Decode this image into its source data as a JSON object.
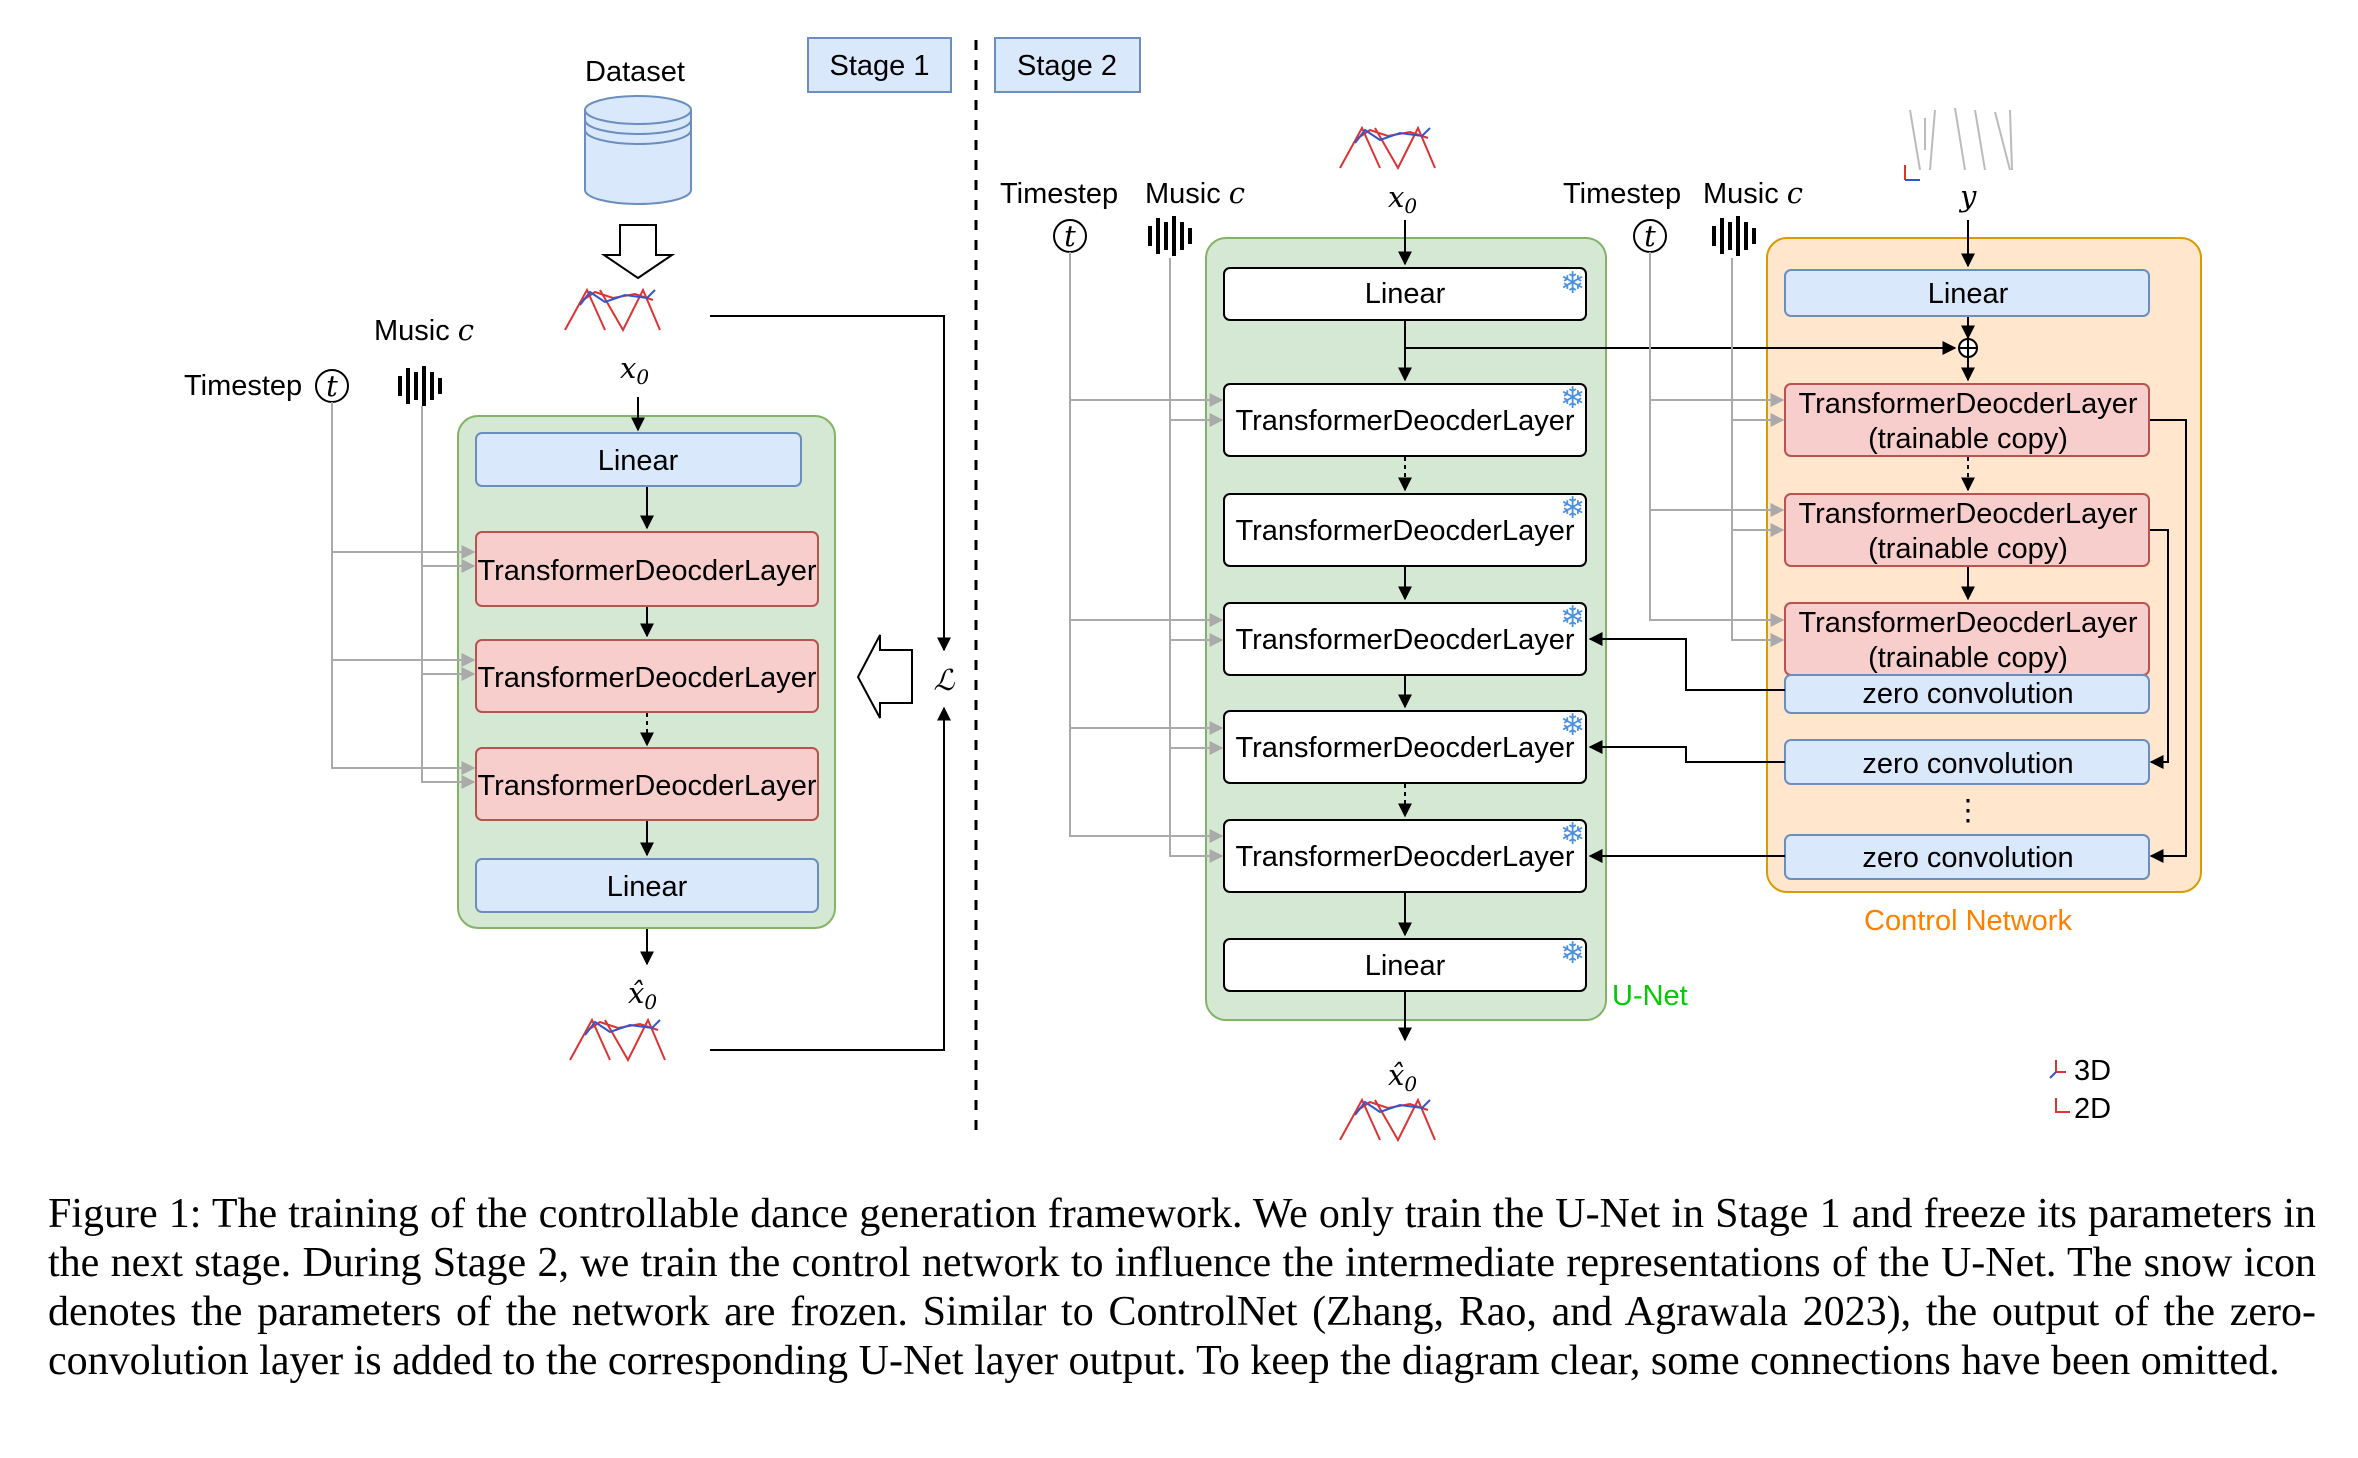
{
  "stage1": {
    "tab": "Stage 1",
    "dataset_label": "Dataset",
    "music_label": "Music",
    "music_var": "c",
    "timestep_label": "Timestep",
    "timestep_var": "t",
    "x0": "x",
    "x0_sub": "0",
    "x0_hat": "x̂",
    "loss": "ℒ",
    "layers": [
      "Linear",
      "TransformerDeocderLayer",
      "TransformerDeocderLayer",
      "TransformerDeocderLayer",
      "Linear"
    ]
  },
  "stage2": {
    "tab": "Stage 2",
    "timestep_label": "Timestep",
    "timestep_var": "t",
    "music_label": "Music",
    "music_var": "c",
    "y_var": "y",
    "unet_label": "U-Net",
    "unet_layers": [
      "Linear",
      "TransformerDeocderLayer",
      "TransformerDeocderLayer",
      "TransformerDeocderLayer",
      "TransformerDeocderLayer",
      "TransformerDeocderLayer",
      "Linear"
    ],
    "control_label": "Control Network",
    "control_linear": "Linear",
    "control_layer_line1": "TransformerDeocderLayer",
    "control_layer_line2": "(trainable copy)",
    "zero_conv": "zero convolution",
    "legend_3d": "3D",
    "legend_2d": "2D"
  },
  "colors": {
    "blue_fill": "#dae8fc",
    "blue_stroke": "#6c8ebf",
    "red_fill": "#f8cecc",
    "red_stroke": "#b85450",
    "green_fill": "#d5e8d4",
    "green_stroke": "#82b366",
    "orange_fill": "#ffe6cc",
    "orange_stroke": "#d79b00",
    "unet_label": "#00cc00",
    "control_label": "#ff8000"
  },
  "caption": "Figure 1: The training of the controllable dance generation framework. We only train the U-Net in Stage 1 and freeze its parameters in the next stage. During Stage 2, we train the control network to influence the intermediate representations of the U-Net. The snow icon denotes the parameters of the network are frozen. Similar to ControlNet (Zhang, Rao, and Agrawala 2023), the output of the zero-convolution layer is added to the corresponding U-Net layer output. To keep the diagram clear, some connections have been omitted."
}
